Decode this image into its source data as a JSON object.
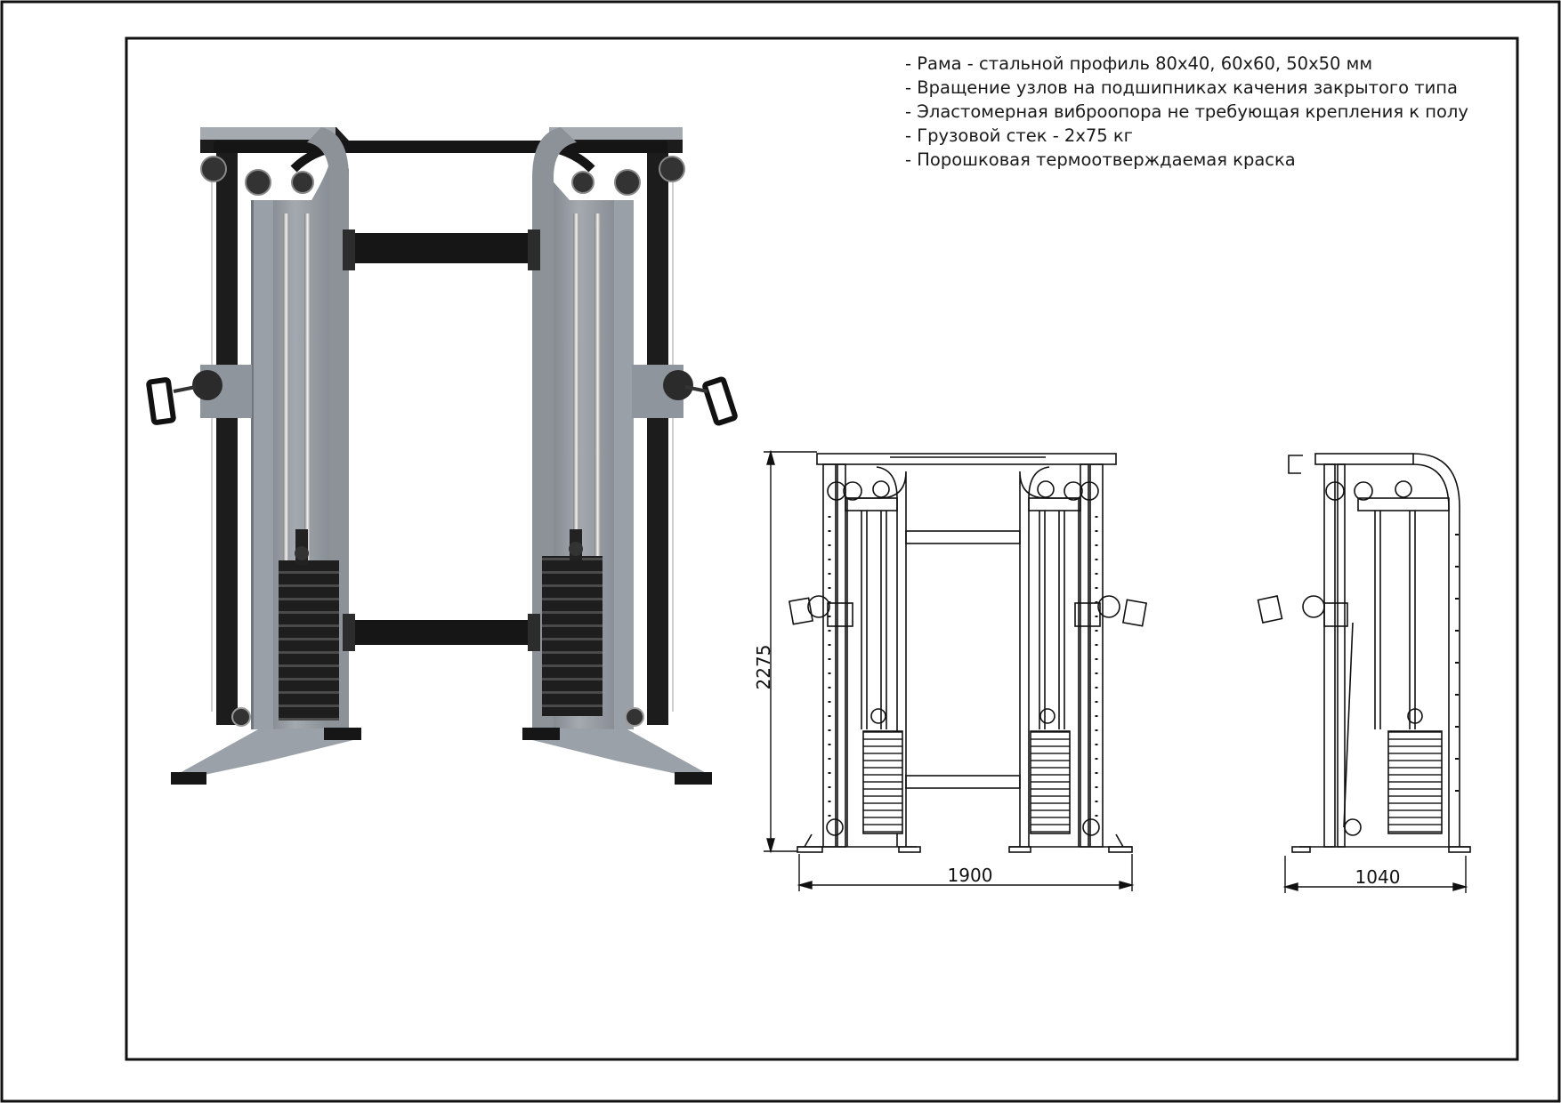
{
  "specs": {
    "items": [
      "- Рама - стальной профиль 80х40, 60х60, 50х50 мм",
      "- Вращение узлов на подшипниках качения закрытого типа",
      "- Эластомерная виброопора не требующая крепления к полу",
      "- Грузовой стек - 2х75 кг",
      "- Порошковая термоотверждаемая краска"
    ]
  },
  "dimensions": {
    "height": "2275",
    "width": "1900",
    "depth": "1040"
  },
  "colors": {
    "frame_gray": "#8e939a",
    "frame_black": "#1c1c1c",
    "line": "#111111"
  }
}
